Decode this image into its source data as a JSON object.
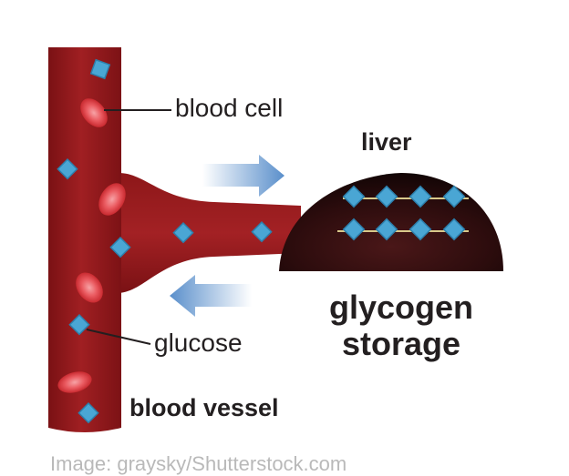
{
  "labels": {
    "blood_cell": "blood cell",
    "liver": "liver",
    "glycogen": "glycogen",
    "storage": "storage",
    "glucose": "glucose",
    "blood_vessel": "blood vessel"
  },
  "credit": "Image: graysky/Shutterstock.com",
  "colors": {
    "blood": "#9b1b1d",
    "blood_dark": "#6e0f12",
    "liver": "#2a0d0d",
    "glucose": "#4aa6d4",
    "arrow": "#5f95cf",
    "cell": "#e0444a"
  },
  "icons": {
    "glucose": "diamond",
    "blood_cell": "oval-disc",
    "arrows": "right-arrow, left-arrow"
  }
}
